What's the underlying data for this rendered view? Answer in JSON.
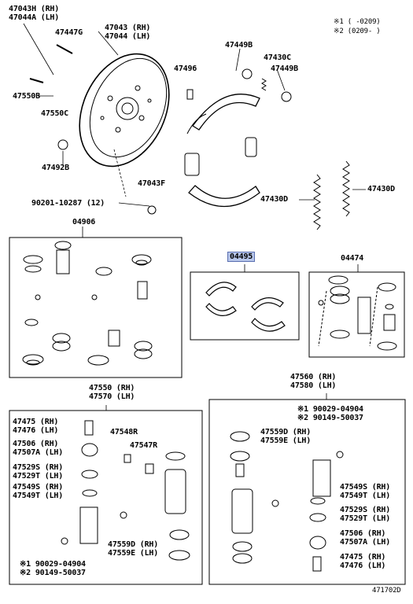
{
  "notes": {
    "n1": "※1 (      -0209)",
    "n2": "※2 (0209-      )"
  },
  "labels": {
    "p47043h": "47043H (RH)",
    "p47044a": "47044A (LH)",
    "p47447g": "47447G",
    "p47043": "47043 (RH)",
    "p47044": "47044 (LH)",
    "p47449b_a": "47449B",
    "p47430c": "47430C",
    "p47449b_b": "47449B",
    "p47496": "47496",
    "p47550b": "47550B",
    "p47550c": "47550C",
    "p47492b": "47492B",
    "p47043f": "47043F",
    "p90201": "90201-10287 (12)",
    "p47430d_a": "47430D",
    "p47430d_b": "47430D",
    "p04906": "04906",
    "p04495": "04495",
    "p04474": "04474",
    "p47550rh": "47550 (RH)",
    "p47570lh": "47570 (LH)",
    "p47560rh": "47560 (RH)",
    "p47580lh": "47580 (LH)",
    "l47475": "47475 (RH)",
    "l47476": "47476 (LH)",
    "l47506": "47506 (RH)",
    "l47507a": "47507A (LH)",
    "l47529s": "47529S (RH)",
    "l47529t": "47529T (LH)",
    "l47549s": "47549S (RH)",
    "l47549t": "47549T (LH)",
    "l47548r": "47548R",
    "l47547r": "47547R",
    "l47559d": "47559D (RH)",
    "l47559e": "47559E (LH)",
    "l_n1": "※1 90029-04904",
    "l_n2": "※2 90149-50037",
    "r_n1": "※1 90029-04904",
    "r_n2": "※2 90149-50037",
    "r47559d": "47559D (RH)",
    "r47559e": "47559E (LH)",
    "r47549s": "47549S (RH)",
    "r47549t": "47549T (LH)",
    "r47529s": "47529S (RH)",
    "r47529t": "47529T (LH)",
    "r47506": "47506 (RH)",
    "r47507a": "47507A (LH)",
    "r47475": "47475 (RH)",
    "r47476": "47476 (LH)",
    "code": "471702D"
  }
}
